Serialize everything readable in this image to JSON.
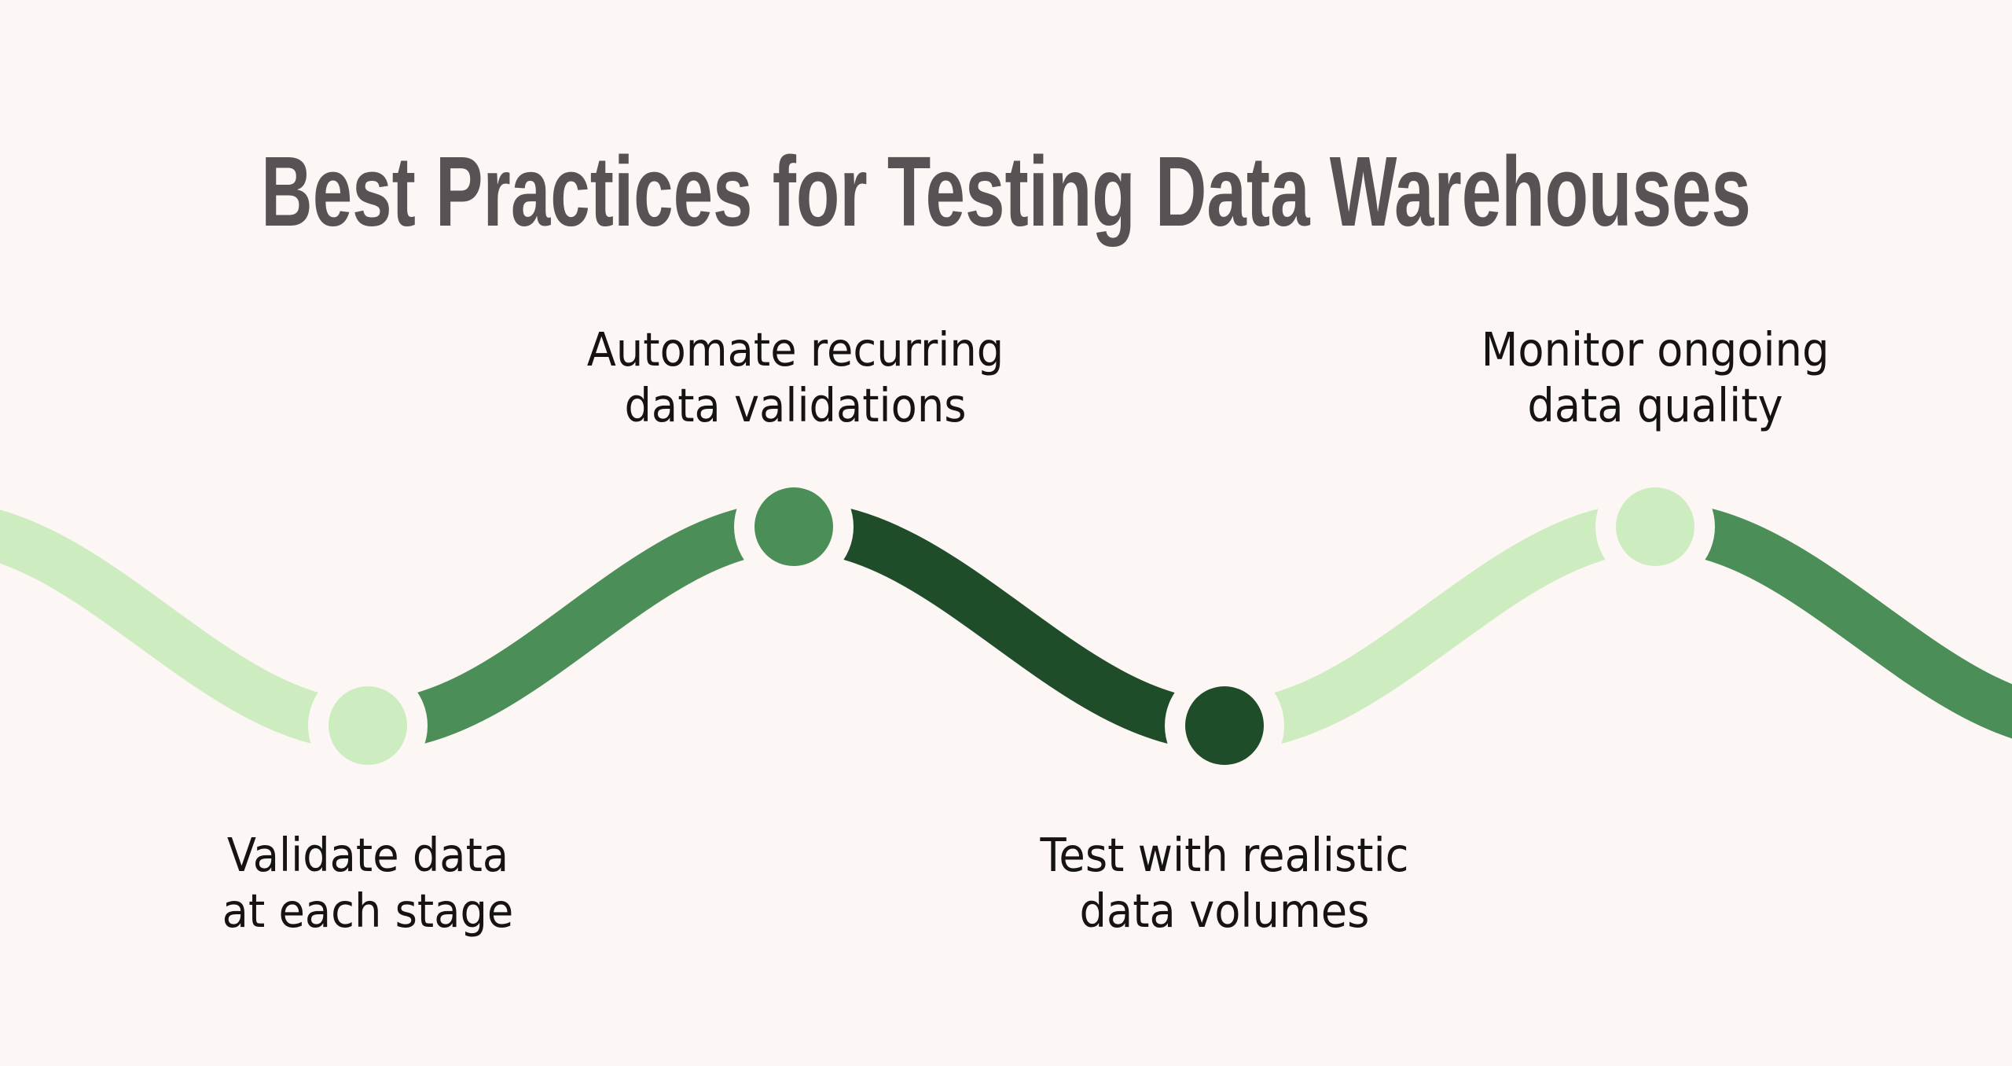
{
  "title": "Best Practices for Testing Data Warehouses",
  "colors": {
    "background": "#fcf7f4",
    "light_green": "#cdecc0",
    "medium_green": "#4c8e57",
    "dark_green": "#1f4c29",
    "title_text": "#585254",
    "label_text": "#161413"
  },
  "steps": [
    {
      "label_line1": "Validate data",
      "label_line2": "at each stage",
      "node_color": "#cdecc0",
      "node_position": "bottom"
    },
    {
      "label_line1": "Automate recurring",
      "label_line2": "data validations",
      "node_color": "#4c8e57",
      "node_position": "top"
    },
    {
      "label_line1": "Test with realistic",
      "label_line2": "data volumes",
      "node_color": "#1f4c29",
      "node_position": "bottom"
    },
    {
      "label_line1": "Monitor ongoing",
      "label_line2": "data quality",
      "node_color": "#cdecc0",
      "node_position": "top"
    }
  ]
}
